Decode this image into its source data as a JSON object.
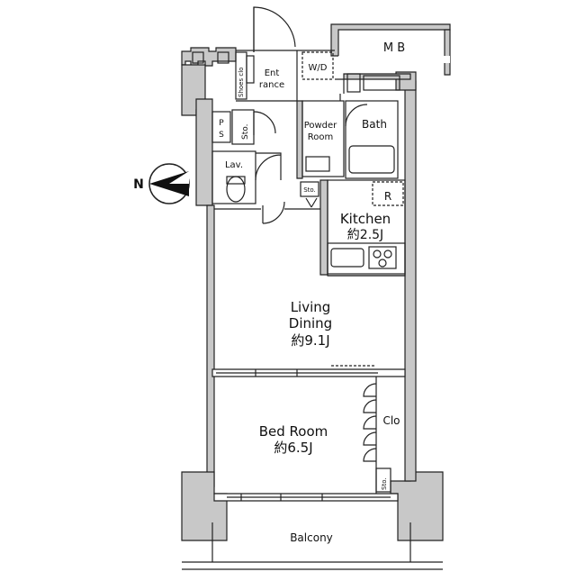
{
  "plan": {
    "labels": {
      "mb": "M B",
      "wd": "W/D",
      "entrance_1": "Ent",
      "entrance_2": "rance",
      "shoes": "Shoes clo",
      "ps_p": "P",
      "ps_s": "S",
      "sto_hall": "Sto.",
      "powder_1": "Powder",
      "powder_2": "Room",
      "bath": "Bath",
      "lav": "Lav.",
      "sto_small": "Sto.",
      "refrigerator": "R",
      "kitchen": "Kitchen",
      "kitchen_size": "約2.5J",
      "living_1": "Living",
      "living_2": "Dining",
      "living_size": "約9.1J",
      "bedroom": "Bed Room",
      "bedroom_size": "約6.5J",
      "clo": "Clo",
      "sto_bed": "Sto.",
      "balcony": "Balcony",
      "north": "N"
    },
    "colors": {
      "wall_fill": "#c8c8c8",
      "line": "#222222",
      "floor": "#ffffff"
    }
  }
}
